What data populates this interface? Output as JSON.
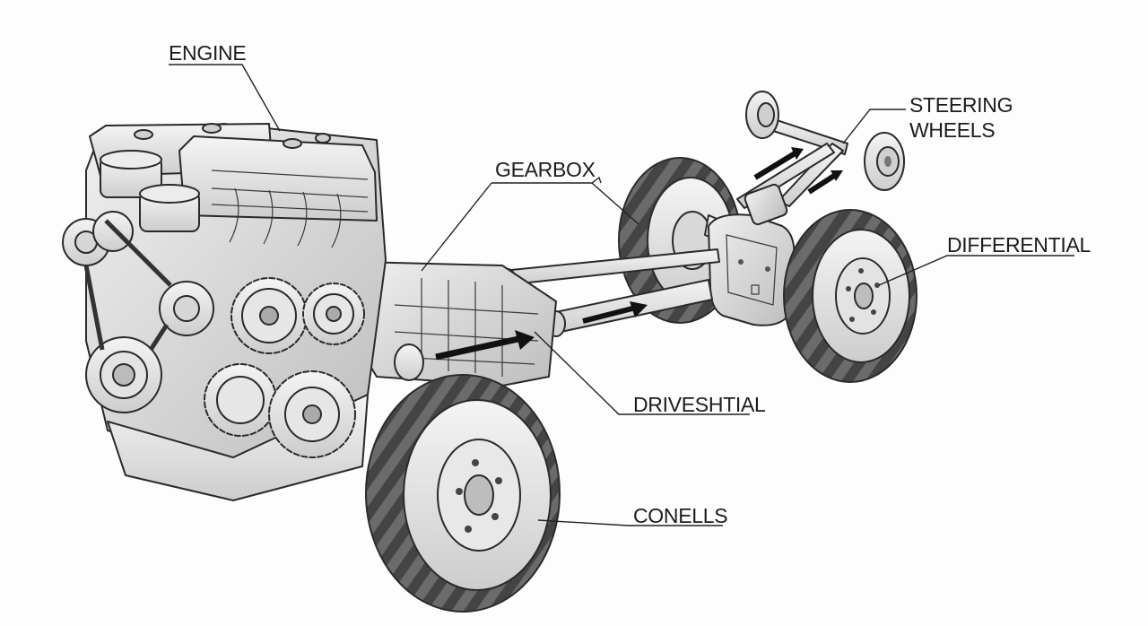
{
  "labels": {
    "engine": "ENGINE",
    "gearbox": "GEARBOX",
    "steering_line1": "STEERING",
    "steering_line2": "WHEELS",
    "differential": "DIFFERENTIAL",
    "driveshaft": "DRIVESHTIAL",
    "wheels": "CONELLS"
  },
  "colors": {
    "background": "#fdfdfd",
    "ink": "#2a2a2a",
    "metal_light": "#e9e9e9",
    "metal_mid": "#cfcfcf",
    "metal_dark": "#9a9a9a",
    "tire": "#5a5a5a"
  }
}
